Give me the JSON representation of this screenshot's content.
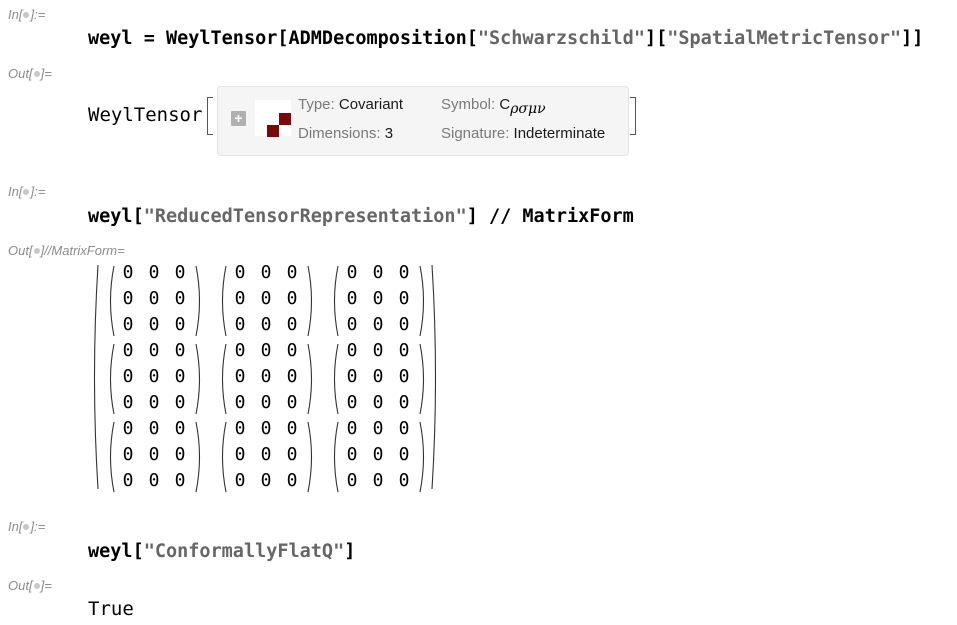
{
  "cells": [
    {
      "in_label": "In[",
      "in_label_end": "]:=",
      "input": {
        "var": "weyl",
        "eq": " = ",
        "fn": "WeylTensor",
        "lb": "[",
        "fn2": "ADMDecomposition",
        "lb2": "[",
        "q1": "\"",
        "arg1": "Schwarzschild",
        "q2": "\"",
        "rb2": "]",
        "lb3": "[",
        "q3": "\"",
        "arg2": "SpatialMetricTensor",
        "q4": "\"",
        "rb3": "]",
        "rb": "]"
      },
      "out_label": "Out[",
      "out_label_end": "]=",
      "output": {
        "head": "WeylTensor",
        "summary": {
          "type_key": "Type: ",
          "type_val": "Covariant",
          "dim_key": "Dimensions: ",
          "dim_val": "3",
          "symbol_key": "Symbol: ",
          "symbol_val": "C",
          "symbol_sub": "ρσμν",
          "sig_key": "Signature: ",
          "sig_val": "Indeterminate"
        }
      }
    },
    {
      "in_label": "In[",
      "in_label_end": "]:=",
      "input": {
        "var": "weyl",
        "lb": "[",
        "q1": "\"",
        "arg": "ReducedTensorRepresentation",
        "q2": "\"",
        "rb": "]",
        "post": " // ",
        "fn": "MatrixForm"
      },
      "out_label": "Out[",
      "out_label_end": "]//MatrixForm=",
      "matrix": {
        "block_rows": 3,
        "block_cols": 3,
        "inner_rows": 3,
        "inner_cols": 3,
        "value": "0"
      }
    },
    {
      "in_label": "In[",
      "in_label_end": "]:=",
      "input": {
        "var": "weyl",
        "lb": "[",
        "q1": "\"",
        "arg": "ConformallyFlatQ",
        "q2": "\"",
        "rb": "]"
      },
      "out_label": "Out[",
      "out_label_end": "]=",
      "output": {
        "result": "True"
      }
    }
  ]
}
